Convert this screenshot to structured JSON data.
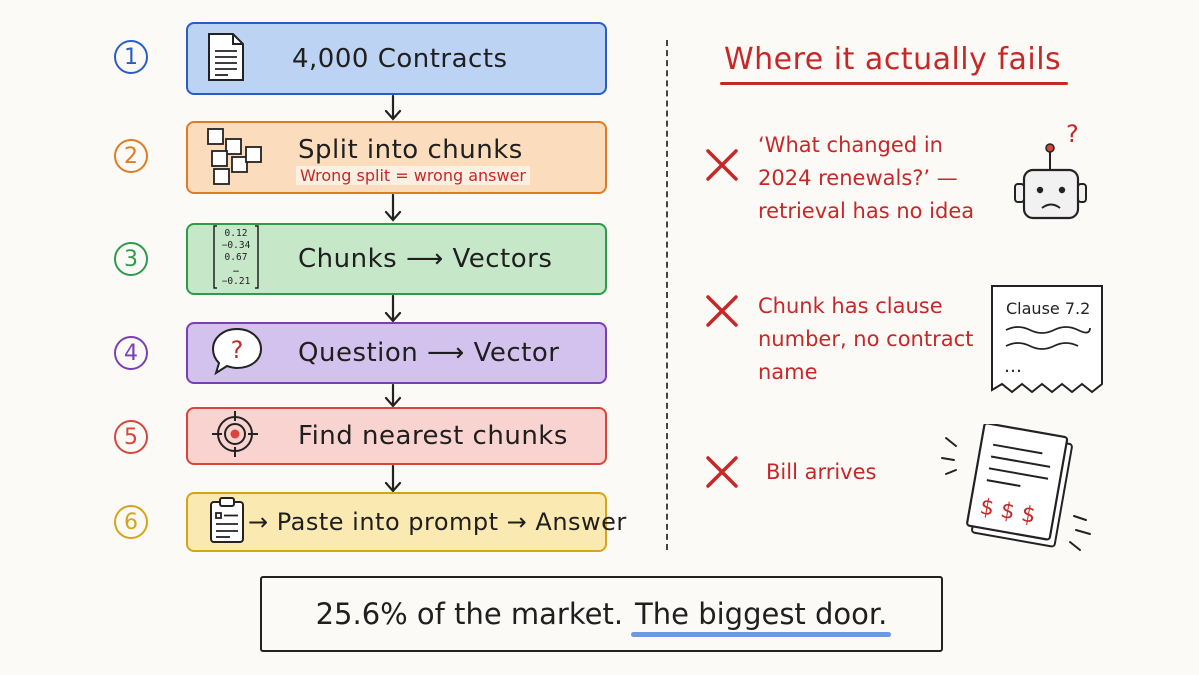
{
  "steps": [
    {
      "num": "1",
      "label": "4,000 Contracts",
      "icon": "document-icon",
      "color": "#2a5cc8",
      "fill": "#bcd3f3"
    },
    {
      "num": "2",
      "label": "Split into chunks",
      "sub": "Wrong split = wrong answer",
      "icon": "split-pieces-icon",
      "color": "#e07b1f",
      "fill": "#fbdcbd"
    },
    {
      "num": "3",
      "label": "Chunks ⟶ Vectors",
      "icon": "vector-matrix-icon",
      "color": "#2f9a4a",
      "fill": "#c6e8c8",
      "matrix": [
        "0.12",
        "−0.34",
        "0.67",
        "…",
        "−0.21"
      ]
    },
    {
      "num": "4",
      "label": "Question ⟶ Vector",
      "icon": "question-bubble-icon",
      "color": "#7a3fb5",
      "fill": "#d4c2ee"
    },
    {
      "num": "5",
      "label": "Find nearest chunks",
      "icon": "target-icon",
      "color": "#d9453a",
      "fill": "#f9d3cf"
    },
    {
      "num": "6",
      "label": "→ Paste into prompt → Answer",
      "icon": "clipboard-icon",
      "color": "#d6a418",
      "fill": "#fbe9b2"
    }
  ],
  "fails": {
    "title": "Where it actually fails",
    "items": [
      {
        "lines": [
          "‘What changed in",
          "2024 renewals?’ —",
          "retrieval has no idea"
        ],
        "icon": "confused-robot-icon"
      },
      {
        "lines": [
          "Chunk has clause",
          "number, no contract",
          "name"
        ],
        "icon": "clause-note-icon",
        "note_title": "Clause 7.2",
        "note_dots": "…"
      },
      {
        "lines": [
          "Bill arrives"
        ],
        "icon": "bill-icon",
        "bill_text": "$ $ $"
      }
    ]
  },
  "footer": {
    "prefix": "25.6% of the market.",
    "highlight": "The biggest door."
  },
  "colors": {
    "fail": "#c62828",
    "highlight": "#5b8fe0"
  }
}
